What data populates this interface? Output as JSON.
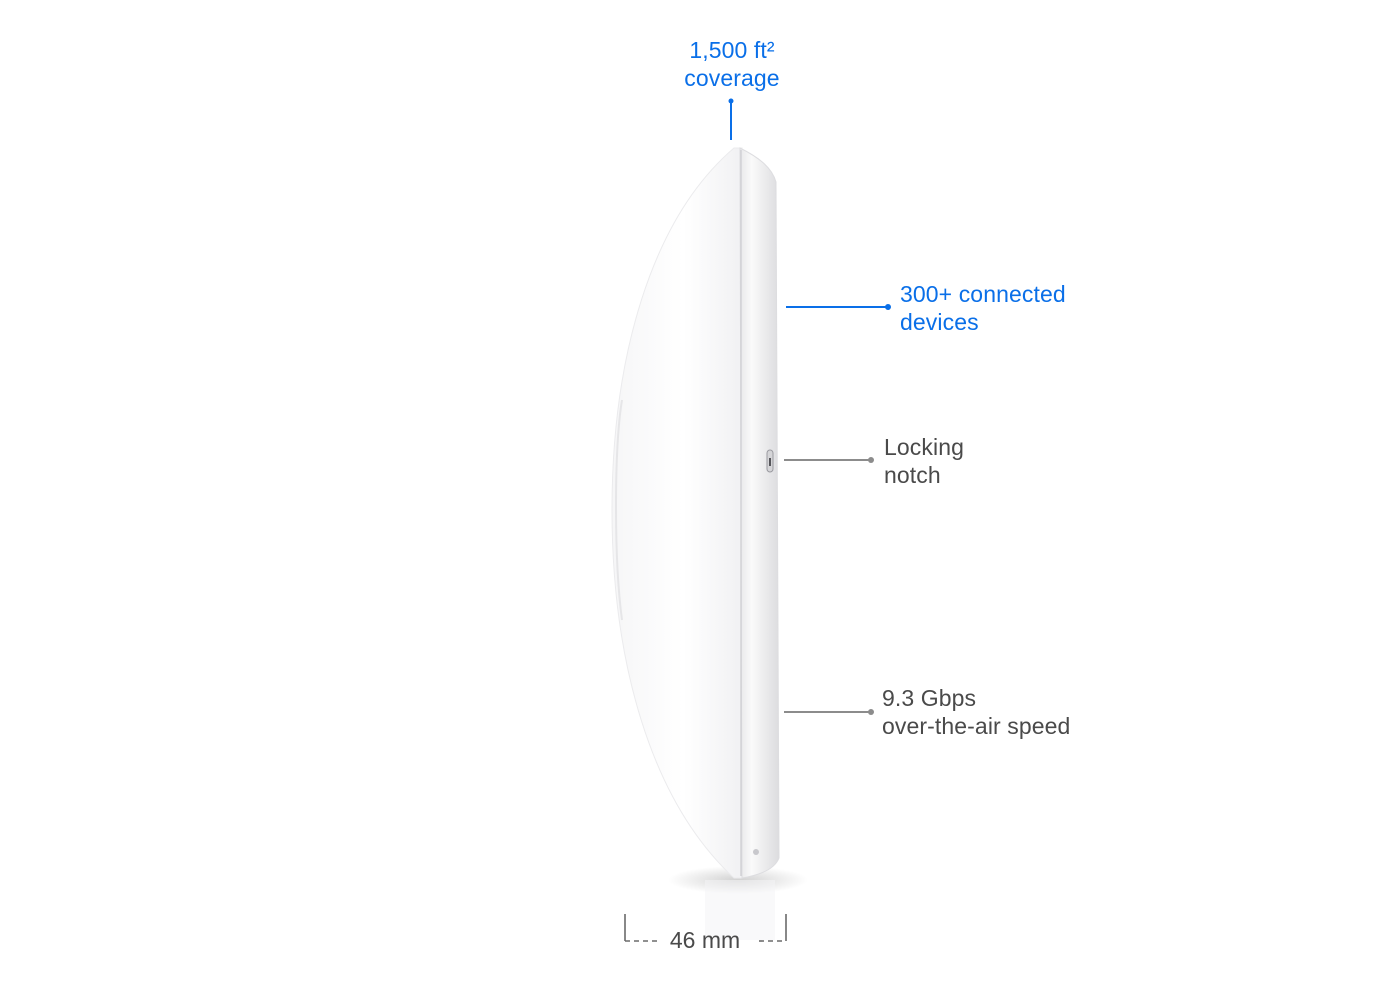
{
  "theme": {
    "accent": "#0a6fe8",
    "muted": "#4a4a4a",
    "leader_gray": "#8c8c8c"
  },
  "callouts": {
    "coverage": {
      "line1": "1,500 ft²",
      "line2": "coverage"
    },
    "devices": {
      "line1": "300+ connected",
      "line2": "devices"
    },
    "locking_notch": {
      "line1": "Locking",
      "line2": "notch"
    },
    "speed": {
      "line1": "9.3 Gbps",
      "line2": "over-the-air speed"
    },
    "depth": {
      "label": "46 mm"
    }
  }
}
